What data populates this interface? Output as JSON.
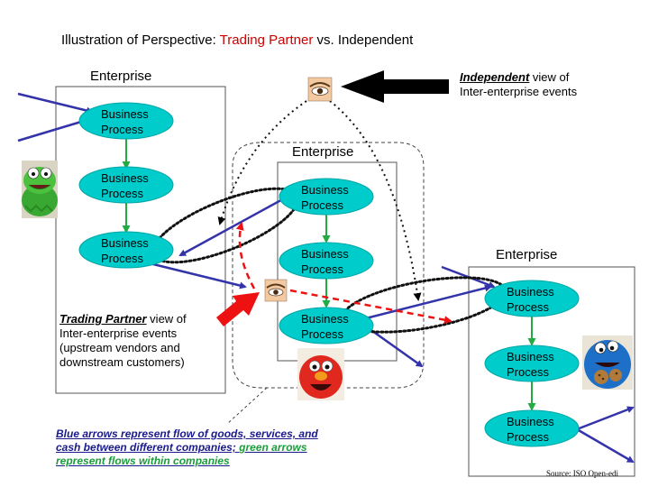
{
  "title": {
    "prefix": "Illustration of Perspective: ",
    "highlight": "Trading Partner",
    "suffix": " vs. Independent"
  },
  "enterprises": [
    {
      "label": "Enterprise"
    },
    {
      "label": "Enterprise"
    },
    {
      "label": "Enterprise"
    }
  ],
  "process_label": "Business Process",
  "independent_note": {
    "emph": "Independent",
    "rest_line1": " view of",
    "line2": "Inter-enterprise events"
  },
  "trading_note": {
    "emph": "Trading Partner",
    "rest_line1": " view of",
    "line2": "Inter-enterprise events",
    "line3": "(upstream vendors and",
    "line4": "downstream customers)"
  },
  "legend_note": {
    "blue_part": "Blue arrows represent flow of goods, services, and cash between different companies; ",
    "green_part": "green arrows represent flows within companies"
  },
  "source": "Source: ISO Open-edi",
  "colors": {
    "ellipse_fill": "#00cccc",
    "ellipse_stroke": "#00a6a6",
    "flow_blue": "#3333aa",
    "intra_green": "#22aa44",
    "red": "#ee1111",
    "black": "#000000"
  },
  "icons": [
    "eye-icon",
    "kermit-character-icon",
    "elmo-character-icon",
    "cookie-monster-character-icon"
  ]
}
